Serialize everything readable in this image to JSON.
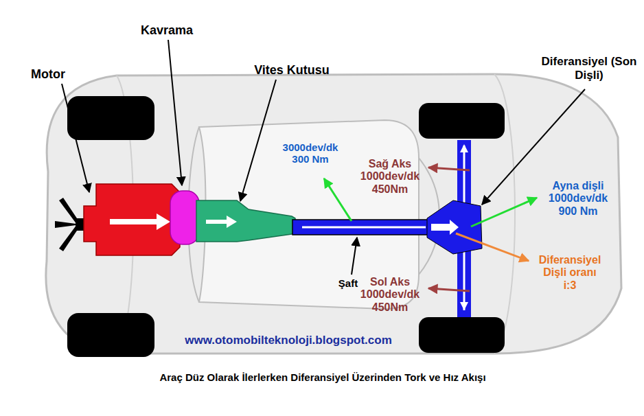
{
  "diagram": {
    "caption": "Araç Düz Olarak İlerlerken Diferansiyel Üzerinden Tork ve Hız Akışı",
    "labels": [
      "Motor",
      "Kavrama",
      "Vites Kutusu",
      "Diferansiyel (Son Dişli)",
      "3000dev/dk 300 Nm",
      "Sağ Aks 1000dev/dk 450Nm",
      "Ayna dişli 1000dev/dk 900 Nm",
      "Şaft",
      "Diferansiyel Dişli oranı i:3",
      "Sol Aks 1000dev/dk 450Nm",
      "www.otomobilteknoloji.blogspot.com"
    ]
  }
}
